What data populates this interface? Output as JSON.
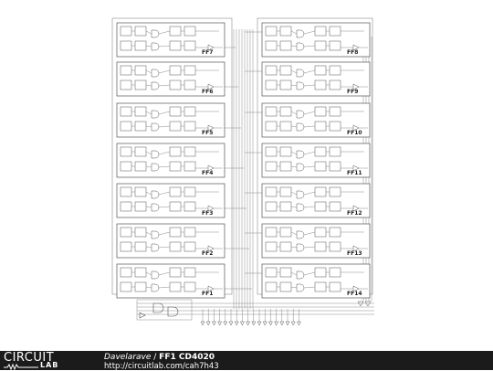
{
  "schematic": {
    "left_blocks": [
      "FF7",
      "FF6",
      "FF5",
      "FF4",
      "FF3",
      "FF2",
      "FF1"
    ],
    "right_blocks": [
      "FF8",
      "FF9",
      "FF10",
      "FF11",
      "FF12",
      "FF13",
      "FF14"
    ]
  },
  "footer": {
    "logo_top": "CIRCUIT",
    "logo_bottom": "LAB",
    "author": "Davelarave",
    "separator": " / ",
    "title": "FF1 CD4020",
    "url": "http://circuitlab.com/cah7h43"
  },
  "colors": {
    "wire": "#8a8a8a",
    "block_border": "#555555",
    "footer_bg": "#1b1b1b",
    "footer_text": "#ffffff"
  }
}
